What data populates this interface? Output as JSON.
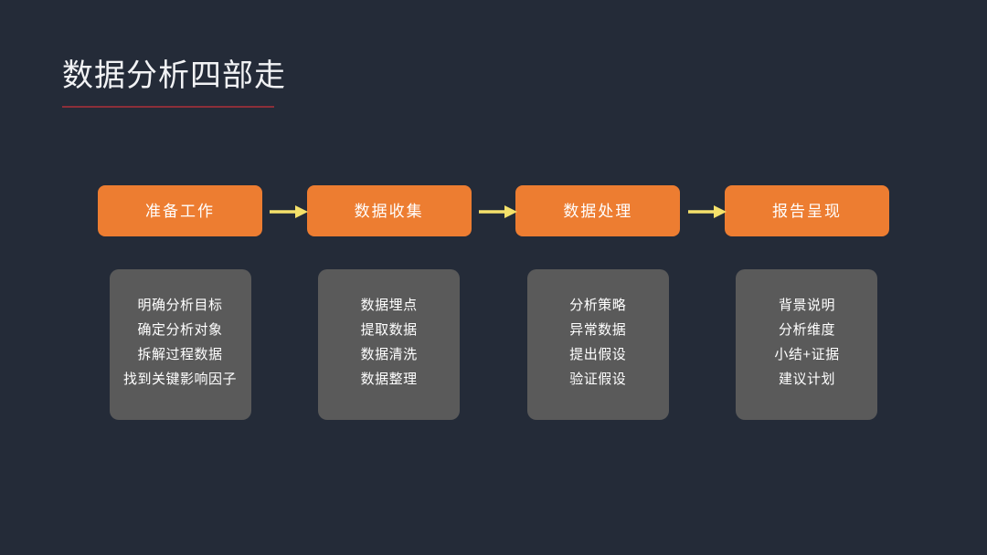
{
  "slide": {
    "title": "数据分析四部走",
    "background_color": "#242b38",
    "accent_color": "#ed7d31",
    "rule_color": "#8c2f39",
    "arrow_color": "#f5e16a",
    "detail_box_color": "#5a5a5a"
  },
  "flow": {
    "steps": [
      {
        "label": "准备工作",
        "details": [
          "明确分析目标",
          "确定分析对象",
          "拆解过程数据",
          "找到关键影响因子"
        ]
      },
      {
        "label": "数据收集",
        "details": [
          "数据埋点",
          "提取数据",
          "数据清洗",
          "数据整理"
        ]
      },
      {
        "label": "数据处理",
        "details": [
          "分析策略",
          "异常数据",
          "提出假设",
          "验证假设"
        ]
      },
      {
        "label": "报告呈现",
        "details": [
          "背景说明",
          "分析维度",
          "小结+证据",
          "建议计划"
        ]
      }
    ],
    "arrows": [
      "arrow-right-icon",
      "arrow-right-icon",
      "arrow-right-icon"
    ]
  }
}
